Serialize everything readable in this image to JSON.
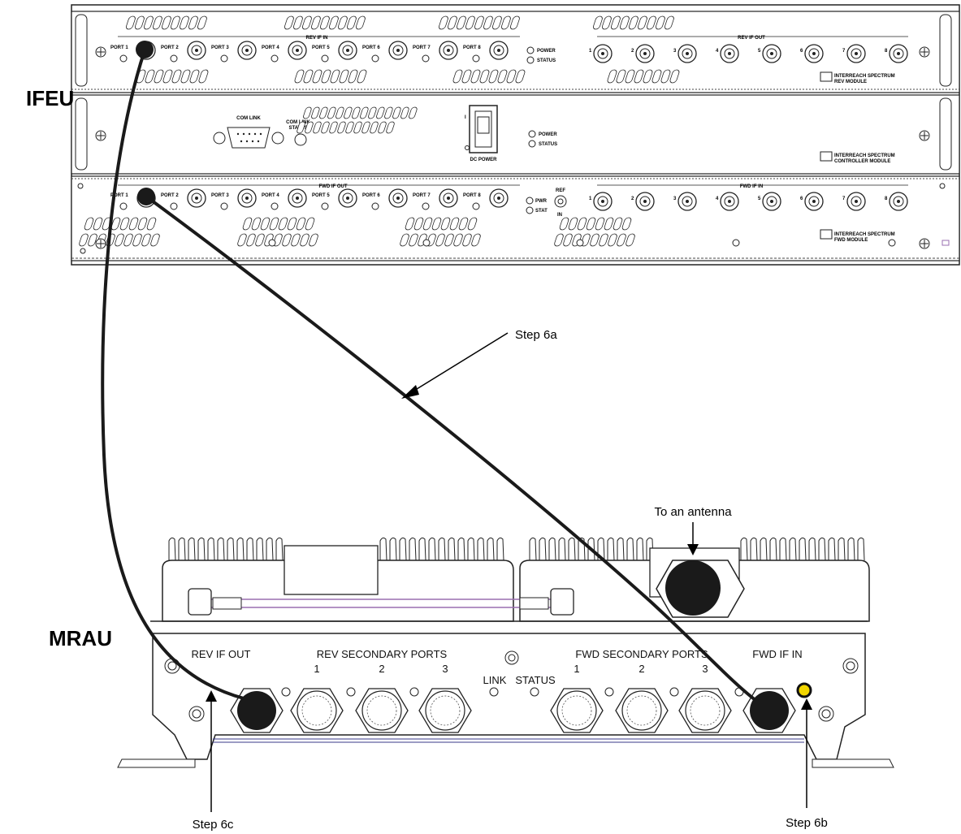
{
  "labels": {
    "ifeu": "IFEU",
    "mrau": "MRAU",
    "step_6a": "Step 6a",
    "step_6b": "Step 6b",
    "step_6c": "Step 6c",
    "to_antenna": "To an antenna"
  },
  "ifeu": {
    "rev_module": {
      "port_labels": [
        "PORT 1",
        "PORT 2",
        "PORT 3",
        "PORT 4",
        "PORT 5",
        "PORT 6",
        "PORT 7",
        "PORT 8"
      ],
      "group_in": "REV IF IN",
      "group_out": "REV IF OUT",
      "out_numbers": [
        "1",
        "2",
        "3",
        "4",
        "5",
        "6",
        "7",
        "8"
      ],
      "led_power": "POWER",
      "led_status": "STATUS",
      "brand_line1": "INTERREACH SPECTRUM",
      "brand_line2": "REV MODULE"
    },
    "controller_module": {
      "com_link": "COM LINK",
      "com_link_status_1": "COM LINK",
      "com_link_status_2": "STATUS",
      "dc_power": "DC POWER",
      "switch_mark": "I",
      "led_power": "POWER",
      "led_status": "STATUS",
      "brand_line1": "INTERREACH SPECTRUM",
      "brand_line2": "CONTROLLER MODULE"
    },
    "fwd_module": {
      "port_labels": [
        "PORT 1",
        "PORT 2",
        "PORT 3",
        "PORT 4",
        "PORT 5",
        "PORT 6",
        "PORT 7",
        "PORT 8"
      ],
      "group_out": "FWD IF OUT",
      "group_in": "FWD IF IN",
      "in_numbers": [
        "1",
        "2",
        "3",
        "4",
        "5",
        "6",
        "7",
        "8"
      ],
      "led_pwr": "PWR",
      "led_stat": "STAT",
      "ref_1": "REF",
      "ref_2": "IN",
      "brand_line1": "INTERREACH SPECTRUM",
      "brand_line2": "FWD MODULE"
    }
  },
  "mrau": {
    "rev_if_out": "REV IF OUT",
    "rev_secondary": "REV  SECONDARY  PORTS",
    "fwd_secondary": "FWD  SECONDARY  PORTS",
    "fwd_if_in": "FWD IF IN",
    "port_numbers": [
      "1",
      "2",
      "3"
    ],
    "link": "LINK",
    "status": "STATUS"
  },
  "colors": {
    "cable": "#1a1a1a",
    "led_highlight": "#f2d600",
    "purple_trace": "#9a6fb0"
  }
}
